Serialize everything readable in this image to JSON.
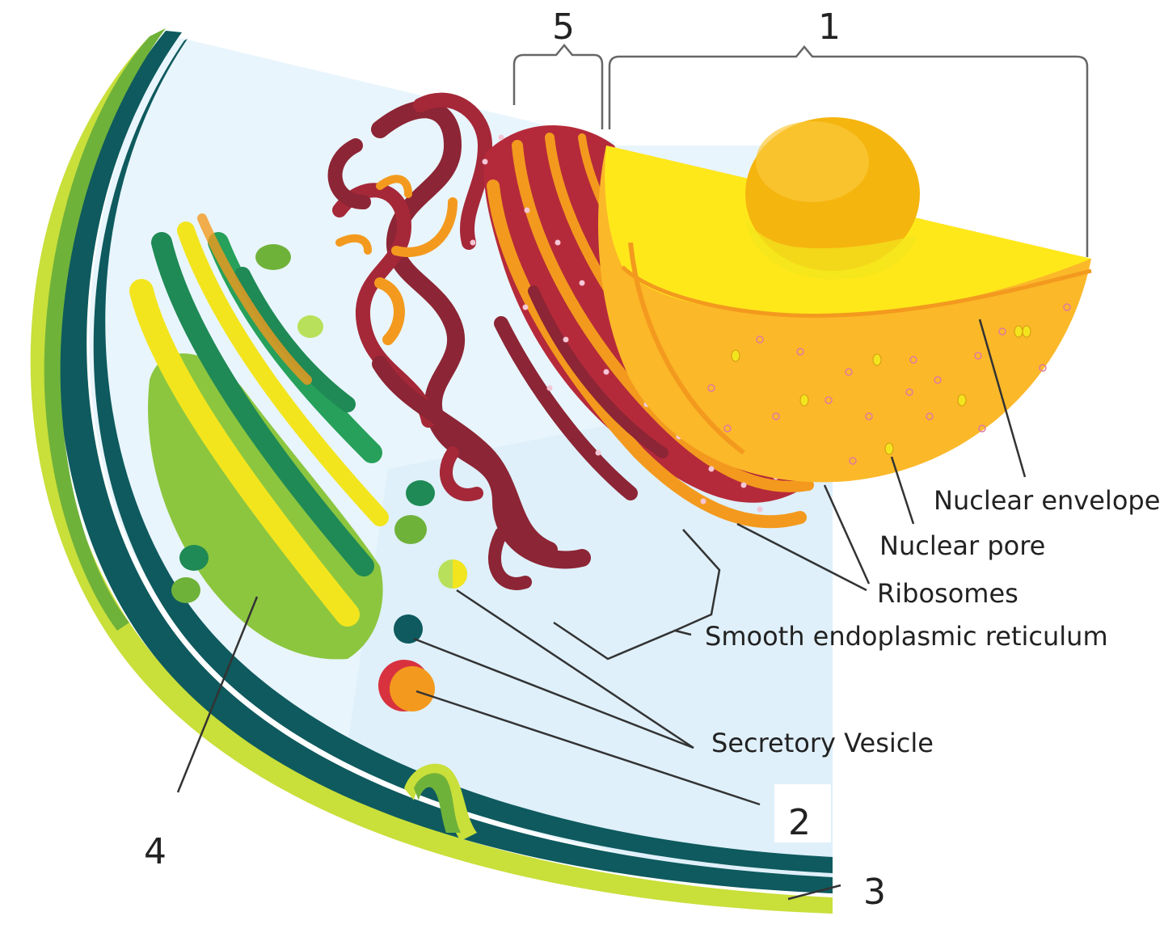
{
  "labels": {
    "nuclear_envelope": "Nuclear envelope",
    "nuclear_pore": "Nuclear pore",
    "ribosomes": "Ribosomes",
    "smooth_er": "Smooth endoplasmic reticulum",
    "secretory_vesicle": "Secretory Vesicle"
  },
  "numbers": {
    "n1": "1",
    "n2": "2",
    "n3": "3",
    "n4": "4",
    "n5": "5"
  },
  "colors": {
    "membrane_outer": "#c8e03c",
    "membrane_dark": "#0e5a5e",
    "cytoplasm": "#e8f4fb",
    "golgi_green": "#8cc63f",
    "golgi_dark": "#1f8a55",
    "golgi_yellow": "#f2e51e",
    "rough_er": "#b52a3a",
    "smooth_er": "#8c2535",
    "er_orange": "#f39a1e",
    "nucleus_yellow": "#ffe81a",
    "nucleus_orange": "#fbb829",
    "nucleolus": "#f5b50f"
  }
}
